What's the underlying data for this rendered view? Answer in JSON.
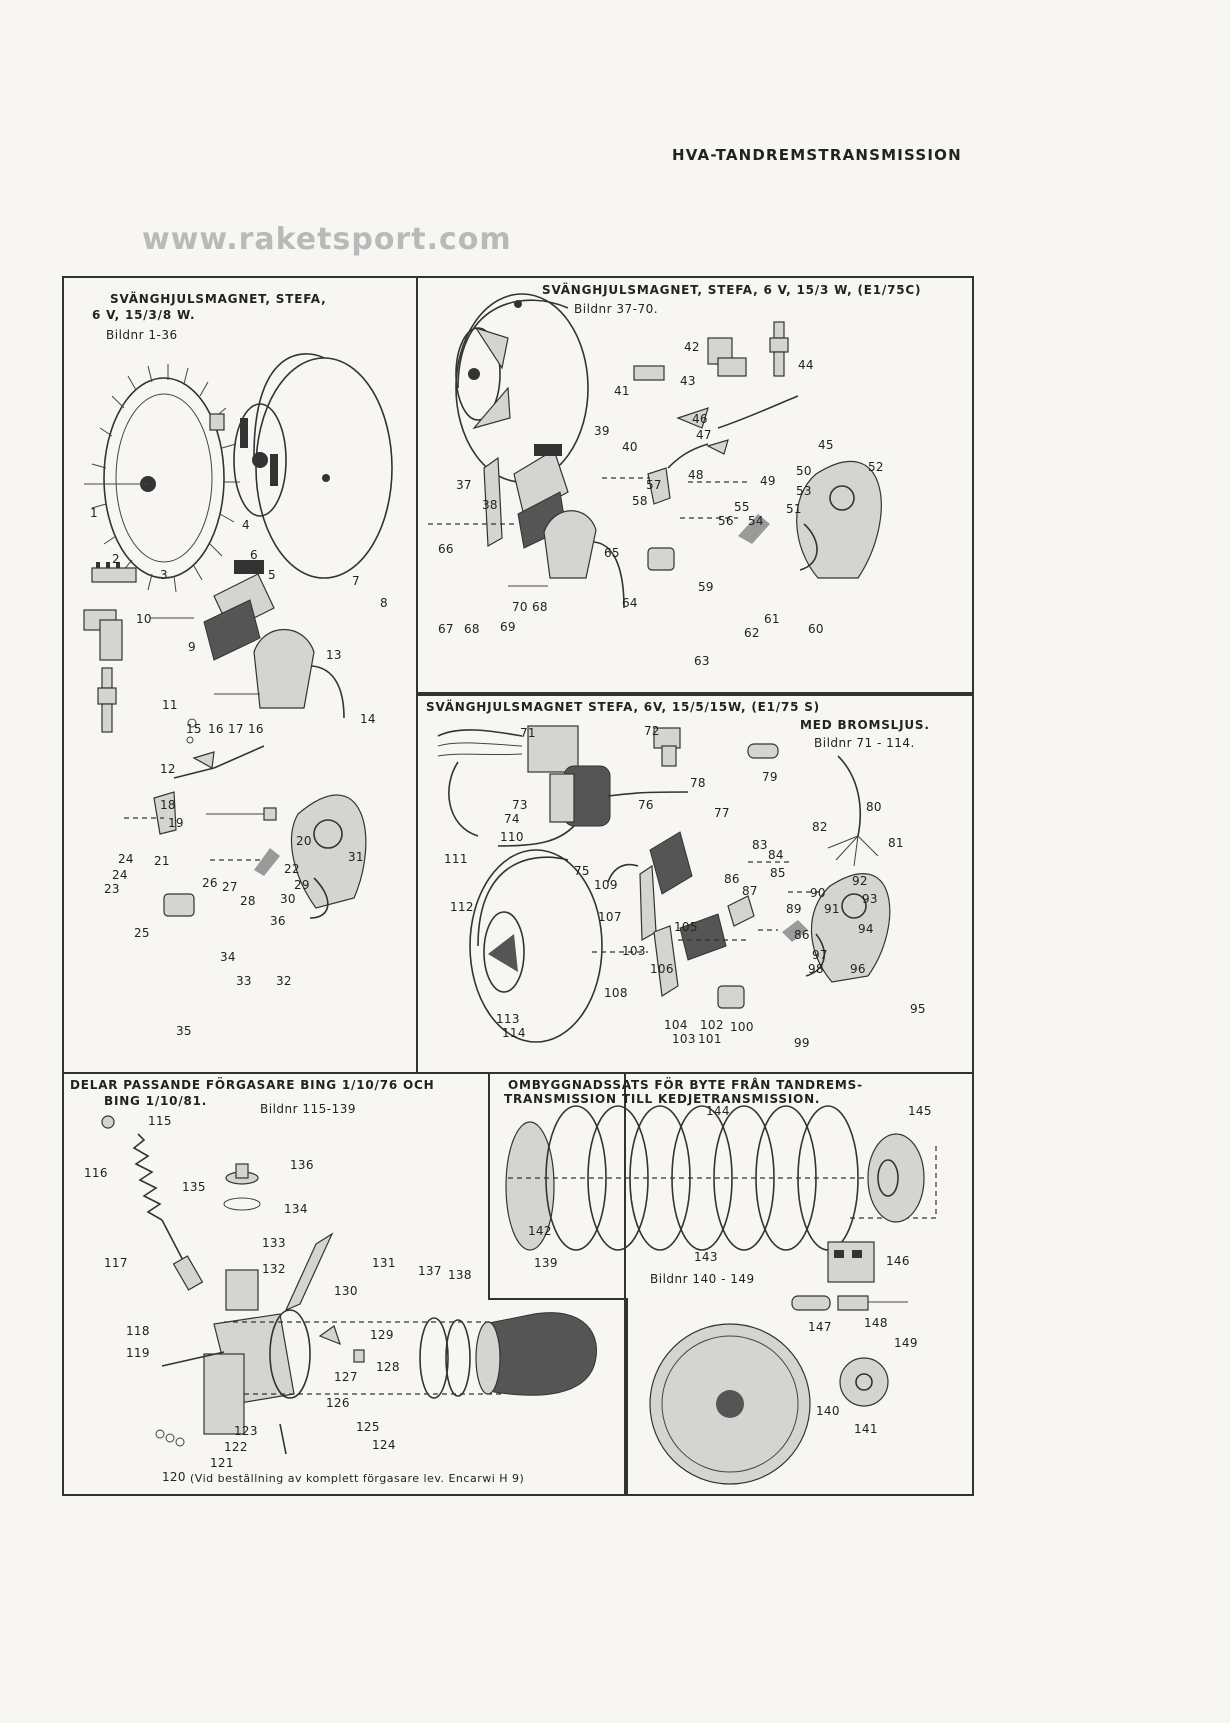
{
  "header": {
    "title": "HVA-TANDREMSTRANSMISSION"
  },
  "watermark": {
    "text": "www.raketsport.com"
  },
  "panels": {
    "p1": {
      "title_line1": "SVÄNGHJULSMAGNET, STEFA,",
      "title_line2": "6 V, 15/3/8 W.",
      "subtitle": "Bildnr 1-36",
      "callouts": [
        {
          "t": "1"
        },
        {
          "t": "2"
        },
        {
          "t": "3"
        },
        {
          "t": "4"
        },
        {
          "t": "5"
        },
        {
          "t": "6"
        },
        {
          "t": "7"
        },
        {
          "t": "8"
        },
        {
          "t": "10"
        },
        {
          "t": "9"
        },
        {
          "t": "13"
        },
        {
          "t": "11"
        },
        {
          "t": "15"
        },
        {
          "t": "16 17 16"
        },
        {
          "t": "14"
        },
        {
          "t": "12"
        },
        {
          "t": "18"
        },
        {
          "t": "19"
        },
        {
          "t": "20"
        },
        {
          "t": "21"
        },
        {
          "t": "22"
        },
        {
          "t": "24"
        },
        {
          "t": "24"
        },
        {
          "t": "23"
        },
        {
          "t": "26"
        },
        {
          "t": "27"
        },
        {
          "t": "28"
        },
        {
          "t": "29"
        },
        {
          "t": "30"
        },
        {
          "t": "31"
        },
        {
          "t": "36"
        },
        {
          "t": "25"
        },
        {
          "t": "34"
        },
        {
          "t": "33"
        },
        {
          "t": "32"
        },
        {
          "t": "35"
        }
      ]
    },
    "p2": {
      "title": "SVÄNGHJULSMAGNET, STEFA, 6 V, 15/3 W, (E1/75C)",
      "subtitle": "Bildnr 37-70.",
      "callouts": [
        {
          "t": "42"
        },
        {
          "t": "43"
        },
        {
          "t": "44"
        },
        {
          "t": "41"
        },
        {
          "t": "39"
        },
        {
          "t": "40"
        },
        {
          "t": "46"
        },
        {
          "t": "47"
        },
        {
          "t": "45"
        },
        {
          "t": "37"
        },
        {
          "t": "38"
        },
        {
          "t": "48"
        },
        {
          "t": "49"
        },
        {
          "t": "50"
        },
        {
          "t": "52"
        },
        {
          "t": "57"
        },
        {
          "t": "58"
        },
        {
          "t": "53"
        },
        {
          "t": "55"
        },
        {
          "t": "56"
        },
        {
          "t": "54"
        },
        {
          "t": "51"
        },
        {
          "t": "66"
        },
        {
          "t": "65"
        },
        {
          "t": "59"
        },
        {
          "t": "70 68"
        },
        {
          "t": "64"
        },
        {
          "t": "67"
        },
        {
          "t": "68"
        },
        {
          "t": "69"
        },
        {
          "t": "61"
        },
        {
          "t": "62"
        },
        {
          "t": "60"
        },
        {
          "t": "63"
        }
      ]
    },
    "p3": {
      "title": "SVÄNGHJULSMAGNET STEFA, 6V, 15/5/15W, (E1/75 S)",
      "title_line2": "MED BROMSLJUS.",
      "subtitle": "Bildnr 71 - 114.",
      "callouts": [
        {
          "t": "71"
        },
        {
          "t": "72"
        },
        {
          "t": "79"
        },
        {
          "t": "78"
        },
        {
          "t": "80"
        },
        {
          "t": "73"
        },
        {
          "t": "74"
        },
        {
          "t": "76"
        },
        {
          "t": "77"
        },
        {
          "t": "82"
        },
        {
          "t": "110"
        },
        {
          "t": "83"
        },
        {
          "t": "84"
        },
        {
          "t": "81"
        },
        {
          "t": "111"
        },
        {
          "t": "75"
        },
        {
          "t": "85"
        },
        {
          "t": "92"
        },
        {
          "t": "109"
        },
        {
          "t": "86"
        },
        {
          "t": "87"
        },
        {
          "t": "90"
        },
        {
          "t": "93"
        },
        {
          "t": "112"
        },
        {
          "t": "107"
        },
        {
          "t": "89"
        },
        {
          "t": "91"
        },
        {
          "t": "105"
        },
        {
          "t": "86"
        },
        {
          "t": "94"
        },
        {
          "t": "103"
        },
        {
          "t": "106"
        },
        {
          "t": "97"
        },
        {
          "t": "98"
        },
        {
          "t": "96"
        },
        {
          "t": "108"
        },
        {
          "t": "95"
        },
        {
          "t": "113"
        },
        {
          "t": "114"
        },
        {
          "t": "104"
        },
        {
          "t": "103"
        },
        {
          "t": "102"
        },
        {
          "t": "101"
        },
        {
          "t": "100"
        },
        {
          "t": "99"
        }
      ]
    },
    "p4": {
      "title_line1": "DELAR PASSANDE FÖRGASARE BING 1/10/76 OCH",
      "title_line2": "BING 1/10/81.",
      "subtitle": "Bildnr 115-139",
      "footnote": "(Vid beställning av komplett förgasare lev. Encarwi H 9)",
      "callouts": [
        {
          "t": "115"
        },
        {
          "t": "136"
        },
        {
          "t": "116"
        },
        {
          "t": "135"
        },
        {
          "t": "134"
        },
        {
          "t": "133"
        },
        {
          "t": "117"
        },
        {
          "t": "131"
        },
        {
          "t": "132"
        },
        {
          "t": "137"
        },
        {
          "t": "138"
        },
        {
          "t": "139"
        },
        {
          "t": "130"
        },
        {
          "t": "118"
        },
        {
          "t": "129"
        },
        {
          "t": "119"
        },
        {
          "t": "128"
        },
        {
          "t": "127"
        },
        {
          "t": "126"
        },
        {
          "t": "125"
        },
        {
          "t": "123"
        },
        {
          "t": "124"
        },
        {
          "t": "122"
        },
        {
          "t": "121"
        },
        {
          "t": "120"
        }
      ]
    },
    "p5": {
      "title_line1": "OMBYGGNADSSATS FÖR BYTE FRÅN TANDREMS-",
      "title_line2": "TRANSMISSION TILL KEDJETRANSMISSION.",
      "subtitle": "Bildnr 140 - 149",
      "callouts": [
        {
          "t": "144"
        },
        {
          "t": "145"
        },
        {
          "t": "142"
        },
        {
          "t": "143"
        },
        {
          "t": "146"
        },
        {
          "t": "147"
        },
        {
          "t": "148"
        },
        {
          "t": "149"
        },
        {
          "t": "140"
        },
        {
          "t": "141"
        }
      ]
    }
  }
}
